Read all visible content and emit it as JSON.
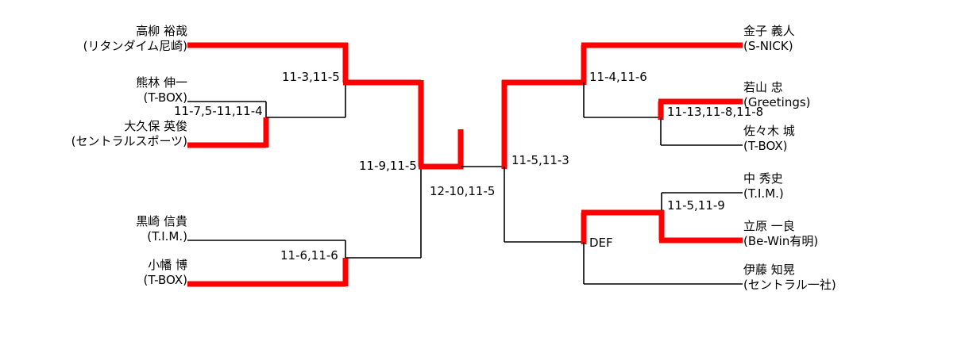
{
  "bracket": {
    "title": "Tournament Bracket",
    "colors": {
      "win_path": "#FF0000",
      "line": "#000000",
      "text": "#000000",
      "background": "#FFFFFF"
    },
    "players": {
      "p1": {
        "name": "高柳 裕哉",
        "club": "(リタンダイム尼崎)"
      },
      "p2": {
        "name": "熊林 伸一",
        "club": "(T-BOX)"
      },
      "p3": {
        "name": "大久保 英俊",
        "club": "(セントラルスポーツ)"
      },
      "p4": {
        "name": "黒崎 信貴",
        "club": "(T.I.M.)"
      },
      "p5": {
        "name": "小幡 博",
        "club": "(T-BOX)"
      },
      "p6": {
        "name": "金子 義人",
        "club": "(S-NICK)"
      },
      "p7": {
        "name": "若山 忠",
        "club": "(Greetings)"
      },
      "p8": {
        "name": "佐々木 城",
        "club": "(T-BOX)"
      },
      "p9": {
        "name": "中 秀史",
        "club": "(T.I.M.)"
      },
      "p10": {
        "name": "立原 一良",
        "club": "(Be-Win有明)"
      },
      "p11": {
        "name": "伊藤 知晃",
        "club": "(セントラル一社)"
      }
    },
    "scores": {
      "s_kumabayashi_okubo": "11-7,5-11,11-4",
      "s_takayanagi_okubo": "11-3,11-5",
      "s_kurosaki_obata": "11-6,11-6",
      "s_semifinal_left": "11-9,11-5",
      "s_final": "12-10,11-5",
      "s_semifinal_right": "11-5,11-3",
      "s_kaneko_wakayama": "11-4,11-6",
      "s_wakayama_sasaki": "11-13,11-8,11-8",
      "s_naka_tachihara": "11-5,11-9",
      "s_tachihara_ito": "DEF"
    }
  }
}
